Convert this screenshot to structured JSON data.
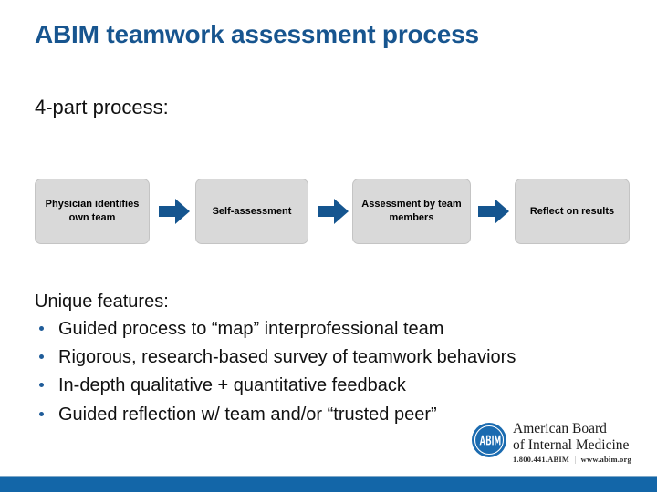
{
  "slide": {
    "title": "ABIM teamwork assessment process",
    "subheading": "4-part process:",
    "title_color": "#17558f",
    "accent_color": "#15558f",
    "footer_color": "#1366a8",
    "box_fill_color": "#d9d9d9"
  },
  "process": {
    "steps": [
      {
        "label": "Physician identifies own team"
      },
      {
        "label": "Self-assessment"
      },
      {
        "label": "Assessment by team members"
      },
      {
        "label": "Reflect on results"
      }
    ],
    "arrow_icon": "arrow-right-icon",
    "arrow_count": 3
  },
  "features": {
    "label": "Unique features:",
    "items": [
      "Guided process to “map” interprofessional team",
      "Rigorous, research-based survey of teamwork behaviors",
      "In-depth qualitative + quantitative feedback",
      "Guided reflection w/ team and/or “trusted peer”"
    ]
  },
  "logo": {
    "mark_text": "ABIM",
    "name_line1": "American Board",
    "name_line2": "of Internal Medicine",
    "phone": "1.800.441.ABIM",
    "separator": "|",
    "website": "www.abim.org"
  }
}
